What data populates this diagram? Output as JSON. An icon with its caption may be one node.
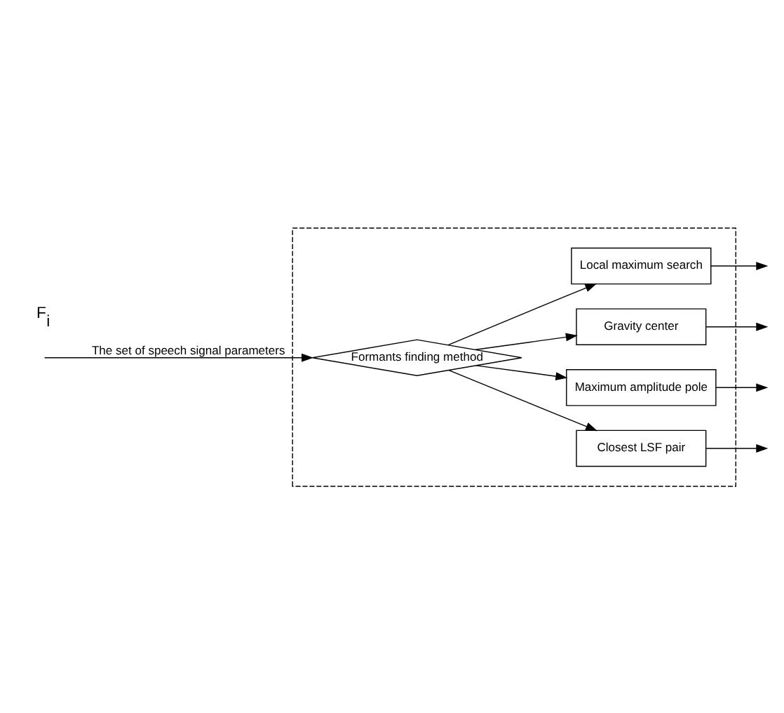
{
  "diagram": {
    "nodes": [
      {
        "text": [],
        "shape": "box"
      },
      {
        "text": [
          "Formants finding method"
        ],
        "in": 0
      },
      {
        "text": [
          "Local maximum search"
        ],
        "in": 0
      },
      {
        "text": [
          "Gravity center"
        ],
        "in": 0
      },
      {
        "text": [
          "Maximum amplitude pole"
        ],
        "in": 0
      },
      {
        "text": [
          "Closest LSF pair"
        ],
        "in": 0
      }
    ],
    "edges": [
      {
        "from": null,
        "to": 1,
        "arrow": "to",
        "label": "The set of speech signal parameters"
      },
      {
        "from": 1,
        "to": 2,
        "arrow": "to"
      },
      {
        "from": 1,
        "to": 3,
        "arrow": "to"
      },
      {
        "from": 1,
        "to": 4,
        "arrow": "to"
      },
      {
        "from": 1,
        "to": 5,
        "arrow": "to"
      },
      {
        "from": 2,
        "to": null,
        "arrow": "to"
      },
      {
        "from": 3,
        "to": null,
        "arrow": "to"
      },
      {
        "from": 4,
        "to": null,
        "arrow": "to"
      },
      {
        "from": 5,
        "to": null,
        "arrow": "to"
      }
    ],
    "labels": [
      "F$_{i}$"
    ]
  }
}
